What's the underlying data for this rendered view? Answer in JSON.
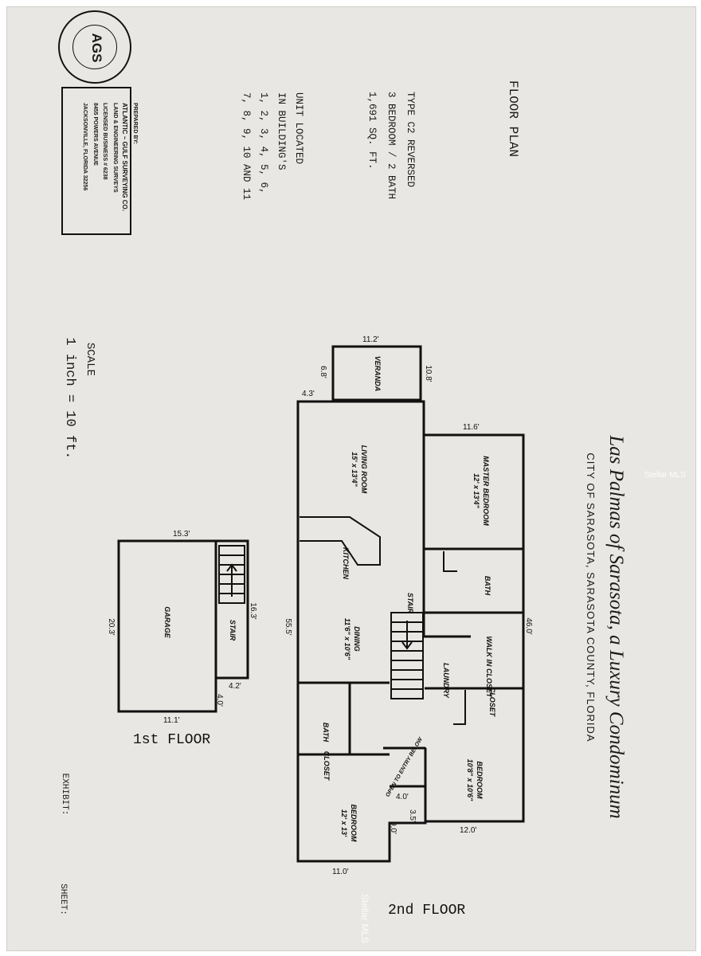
{
  "title": "Las Palmas of Sarasota, a Luxury Condominum",
  "location": "CITY OF SARASOTA, SARASOTA COUNTY, FLORIDA",
  "plan_heading": "FLOOR PLAN",
  "unit_type": [
    "TYPE C2 REVERSED",
    "3 BEDROOM / 2 BATH",
    "1,691 SQ. FT."
  ],
  "unit_located": [
    "UNIT LOCATED",
    "IN BUILDING'S",
    "1, 2, 3, 4, 5, 6,",
    "7, 8, 9, 10 AND 11"
  ],
  "preparer": {
    "lines": [
      "PREPARED BY:",
      "ATLANTIC ~ GULF SURVEYING CO.",
      "LAND & ENGINEERING SURVEYS",
      "LICENSED BUSINESS # 6238",
      "8455 POWERS AVENUE",
      "JACKSONVILLE, FLORIDA 32256"
    ],
    "seal_text": "AGS"
  },
  "scale": {
    "label": "SCALE",
    "value": "1 inch = 10 ft."
  },
  "exhibit_label": "EXHIBIT:",
  "sheet_label": "SHEET:",
  "watermark": "Stellar MLS",
  "floor_1": {
    "caption": "1st FLOOR",
    "rooms": {
      "garage": "GARAGE",
      "stair": "STAIR"
    },
    "dims": {
      "top": "15.3'",
      "left": "20.3'",
      "right": "16.3'",
      "notch_w": "4.2'",
      "notch_h": "4.0'",
      "bottom": "11.1'"
    }
  },
  "floor_2": {
    "caption": "2nd FLOOR",
    "rooms": {
      "veranda": "VERANDA",
      "living_room": {
        "name": "LIVING ROOM",
        "size": "15' x 13'4\""
      },
      "master_bedroom": {
        "name": "MASTER BEDROOM",
        "size": "12' x 13'4\""
      },
      "kitchen": "KITCHEN",
      "bath_master": "BATH",
      "stair": "STAIR",
      "dining": {
        "name": "DINING",
        "size": "11'6\" x 10'6\""
      },
      "walk_in_closet": "WALK IN CLOSET",
      "laundry": "LAUNDRY",
      "closet_right": "CLOSET",
      "bath_left": "BATH",
      "closet_left": "CLOSET",
      "open_to_entry": "OPEN TO ENTRY BELOW",
      "bedroom_right": {
        "name": "BEDROOM",
        "size": "10'8\" x 10'6\""
      },
      "bedroom_left": {
        "name": "BEDROOM",
        "size": "12' x 13'"
      }
    },
    "dims": {
      "veranda_w": "11.2'",
      "veranda_d": "10.8'",
      "veranda_left": "6.8'",
      "offset": "4.3'",
      "master_w": "11.6'",
      "overall_right": "46.0'",
      "overall_left": "55.5'",
      "entry_w": "4.0'",
      "entry_d": "3.5'",
      "bedroom_right_w": "12.0'",
      "notch_d": "9.0'",
      "bedroom_left_w": "11.0'"
    }
  },
  "colors": {
    "paper": "#e9e7e3",
    "ink": "#111111"
  }
}
